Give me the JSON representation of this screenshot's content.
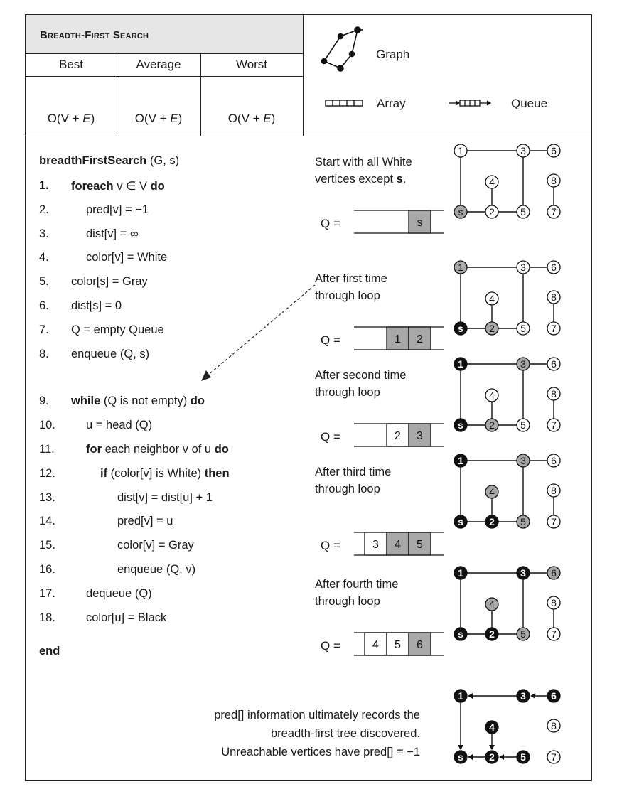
{
  "header": {
    "title": "Breadth-First Search",
    "columns": [
      "Best",
      "Average",
      "Worst"
    ],
    "complexities": [
      "O(V + E)",
      "O(V + E)",
      "O(V + E)"
    ],
    "legend": {
      "graph": "Graph",
      "array": "Array",
      "queue": "Queue"
    }
  },
  "code": {
    "signature_name": "breadthFirstSearch",
    "signature_args": " (G, s)",
    "lines": [
      {
        "num": "1.",
        "parts": [
          {
            "t": "foreach",
            "b": true
          },
          {
            "t": " v ∈ V "
          },
          {
            "t": "do",
            "b": true
          }
        ],
        "indent": 1,
        "bold_num": true
      },
      {
        "num": "2.",
        "parts": [
          {
            "t": "pred[v] = −1"
          }
        ],
        "indent": 2
      },
      {
        "num": "3.",
        "parts": [
          {
            "t": "dist[v] = ∞"
          }
        ],
        "indent": 2
      },
      {
        "num": "4.",
        "parts": [
          {
            "t": "color[v] = White"
          }
        ],
        "indent": 2
      },
      {
        "num": "5.",
        "parts": [
          {
            "t": "color[s] = Gray"
          }
        ],
        "indent": 1
      },
      {
        "num": "6.",
        "parts": [
          {
            "t": "dist[s] = 0"
          }
        ],
        "indent": 1
      },
      {
        "num": "7.",
        "parts": [
          {
            "t": "Q = empty Queue"
          }
        ],
        "indent": 1
      },
      {
        "num": "8.",
        "parts": [
          {
            "t": "enqueue (Q, s)"
          }
        ],
        "indent": 1
      },
      {
        "num": "9.",
        "parts": [
          {
            "t": "while",
            "b": true
          },
          {
            "t": " (Q is not empty) "
          },
          {
            "t": "do",
            "b": true
          }
        ],
        "indent": 1,
        "gap": true
      },
      {
        "num": "10.",
        "parts": [
          {
            "t": "u = head (Q)"
          }
        ],
        "indent": 2
      },
      {
        "num": "11.",
        "parts": [
          {
            "t": "for",
            "b": true
          },
          {
            "t": " each neighbor v of u "
          },
          {
            "t": "do",
            "b": true
          }
        ],
        "indent": 2
      },
      {
        "num": "12.",
        "parts": [
          {
            "t": "if",
            "b": true
          },
          {
            "t": " (color[v] is White) "
          },
          {
            "t": "then",
            "b": true
          }
        ],
        "indent": 3
      },
      {
        "num": "13.",
        "parts": [
          {
            "t": "dist[v] = dist[u] + 1"
          }
        ],
        "indent": 4
      },
      {
        "num": "14.",
        "parts": [
          {
            "t": "pred[v] = u"
          }
        ],
        "indent": 4
      },
      {
        "num": "15.",
        "parts": [
          {
            "t": "color[v] = Gray"
          }
        ],
        "indent": 4
      },
      {
        "num": "16.",
        "parts": [
          {
            "t": "enqueue (Q, v)"
          }
        ],
        "indent": 4
      },
      {
        "num": "17.",
        "parts": [
          {
            "t": "dequeue (Q)"
          }
        ],
        "indent": 2
      },
      {
        "num": "18.",
        "parts": [
          {
            "t": "color[u] = Black"
          }
        ],
        "indent": 2
      }
    ],
    "end": "end"
  },
  "steps": [
    {
      "caption": [
        "Start with all White",
        "vertices except s."
      ],
      "queue": [
        {
          "v": "s",
          "gray": true
        }
      ],
      "colors": {
        "1": "white",
        "3": "white",
        "6": "white",
        "4": "white",
        "8": "white",
        "s": "gray",
        "2": "white",
        "5": "white",
        "7": "white"
      }
    },
    {
      "caption": [
        "After first time",
        "through loop"
      ],
      "queue": [
        {
          "v": "1",
          "gray": true
        },
        {
          "v": "2",
          "gray": true
        }
      ],
      "colors": {
        "1": "gray",
        "3": "white",
        "6": "white",
        "4": "white",
        "8": "white",
        "s": "black",
        "2": "gray",
        "5": "white",
        "7": "white"
      }
    },
    {
      "caption": [
        "After second time",
        "through loop"
      ],
      "queue": [
        {
          "v": "2",
          "gray": false
        },
        {
          "v": "3",
          "gray": true
        }
      ],
      "colors": {
        "1": "black",
        "3": "gray",
        "6": "white",
        "4": "white",
        "8": "white",
        "s": "black",
        "2": "gray",
        "5": "white",
        "7": "white"
      }
    },
    {
      "caption": [
        "After third time",
        "through loop"
      ],
      "queue": [
        {
          "v": "3",
          "gray": false
        },
        {
          "v": "4",
          "gray": true
        },
        {
          "v": "5",
          "gray": true
        }
      ],
      "colors": {
        "1": "black",
        "3": "gray",
        "6": "white",
        "4": "gray",
        "8": "white",
        "s": "black",
        "2": "black",
        "5": "gray",
        "7": "white"
      }
    },
    {
      "caption": [
        "After fourth time",
        "through loop"
      ],
      "queue": [
        {
          "v": "4",
          "gray": false
        },
        {
          "v": "5",
          "gray": false
        },
        {
          "v": "6",
          "gray": true
        }
      ],
      "colors": {
        "1": "black",
        "3": "black",
        "6": "gray",
        "4": "gray",
        "8": "white",
        "s": "black",
        "2": "black",
        "5": "gray",
        "7": "white"
      }
    }
  ],
  "queue_label": "Q =",
  "final_note": [
    "pred[] information ultimately records the",
    "breadth-first tree discovered.",
    "Unreachable vertices have pred[] = −1"
  ],
  "final_colors": {
    "1": "black",
    "3": "black",
    "6": "black",
    "4": "black",
    "8": "white",
    "s": "black",
    "2": "black",
    "5": "black",
    "7": "white"
  },
  "colors": {
    "gray": "#a8a8a8",
    "black": "#111111",
    "white": "#ffffff",
    "title_bg": "#e6e6e6"
  }
}
